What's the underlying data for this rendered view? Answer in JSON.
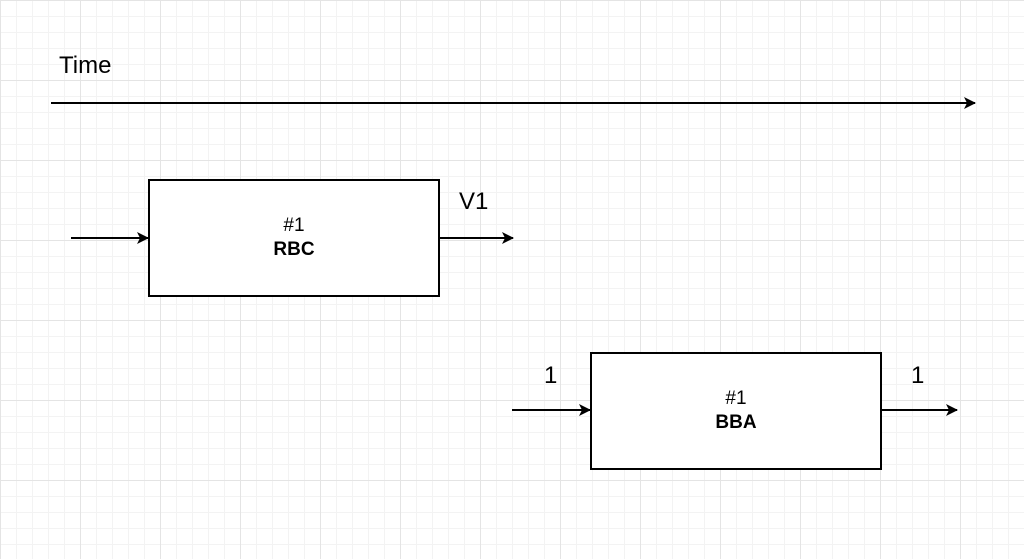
{
  "diagram": {
    "time_label": "Time",
    "nodes": [
      {
        "key": "rbc",
        "id": "#1",
        "name": "RBC",
        "input_label": "",
        "output_label": "V1"
      },
      {
        "key": "bba",
        "id": "#1",
        "name": "BBA",
        "input_label": "1",
        "output_label": "1"
      }
    ]
  }
}
